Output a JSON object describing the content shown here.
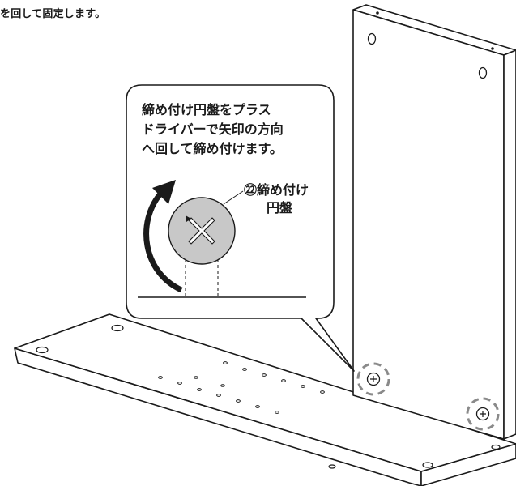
{
  "caption": "を回して固定します。",
  "callout": {
    "lines": [
      "締め付け円盤をプラス",
      "ドライバーで矢印の方向",
      "へ回して締め付けます。"
    ]
  },
  "part": {
    "number": "㉒",
    "name_line1": "締め付け",
    "name_line2": "円盤"
  },
  "icons": [
    "rotate-arrow-icon",
    "cross-slot-icon",
    "screw-head-icon"
  ],
  "colors": {
    "line": "#1a1a1a",
    "disc_fill": "#c8c8c8",
    "dashed_highlight": "#8a8a8a",
    "panel_fill": "#ffffff"
  }
}
